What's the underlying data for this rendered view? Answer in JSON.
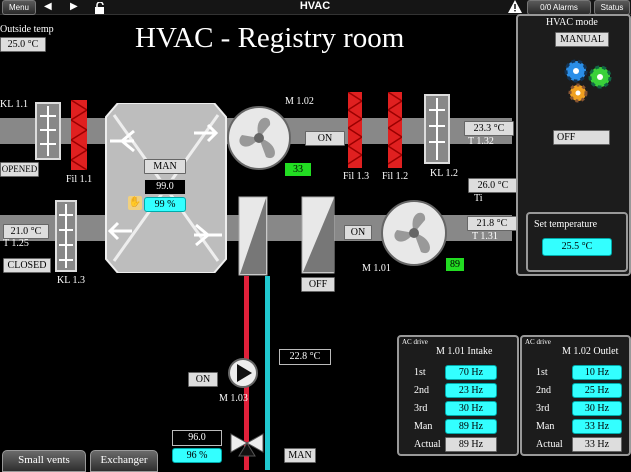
{
  "topbar": {
    "menu_label": "Menu",
    "title": "HVAC",
    "alarms_label": "0/0 Alarms",
    "status_label": "Status"
  },
  "title": "HVAC - Registry room",
  "outside": {
    "label": "Outside temp",
    "value": "25.0 °C"
  },
  "kl11": {
    "label": "KL 1.1",
    "state": "OPENED"
  },
  "kl13": {
    "label": "KL 1.3",
    "state": "CLOSED",
    "temp": "21.0 °C",
    "tag": "T 1.25"
  },
  "exchanger": {
    "mode": "MAN",
    "value": "99.0",
    "percent": "99 %"
  },
  "fil11": {
    "label": "Fil 1.1"
  },
  "fil12": {
    "label": "Fil 1.2"
  },
  "fil13": {
    "label": "Fil 1.3"
  },
  "m102": {
    "label": "M 1.02",
    "state": "ON",
    "value": "33"
  },
  "m101": {
    "label": "M 1.01",
    "state": "ON",
    "value": "89"
  },
  "m103": {
    "label": "M 1.03",
    "state": "ON"
  },
  "kl12": {
    "label": "KL 1.2"
  },
  "t132": {
    "value": "23.3 °C",
    "tag": "T 1.32"
  },
  "ti": {
    "value": "26.0 °C",
    "tag": "Ti"
  },
  "t131": {
    "value": "21.8 °C",
    "tag": "T 1.31"
  },
  "damper_off": "OFF",
  "water_temp": "22.8 °C",
  "valve": {
    "value": "96.0",
    "percent": "96 %",
    "mode": "MAN"
  },
  "mode_panel": {
    "title": "HVAC mode",
    "mode": "MANUAL",
    "state": "OFF"
  },
  "set_temp": {
    "label": "Set temperature",
    "value": "25.5 °C"
  },
  "ac_intake": {
    "small": "AC drive",
    "title": "M 1.01 Intake",
    "rows": [
      {
        "label": "1st",
        "value": "70 Hz"
      },
      {
        "label": "2nd",
        "value": "23 Hz"
      },
      {
        "label": "3rd",
        "value": "30 Hz"
      },
      {
        "label": "Man",
        "value": "89 Hz"
      },
      {
        "label": "Actual",
        "value": "89 Hz"
      }
    ]
  },
  "ac_outlet": {
    "small": "AC drive",
    "title": "M 1.02 Outlet",
    "rows": [
      {
        "label": "1st",
        "value": "10 Hz"
      },
      {
        "label": "2nd",
        "value": "25 Hz"
      },
      {
        "label": "3rd",
        "value": "30 Hz"
      },
      {
        "label": "Man",
        "value": "33 Hz"
      },
      {
        "label": "Actual",
        "value": "33 Hz"
      }
    ]
  },
  "tabs": [
    {
      "label": "Small vents"
    },
    {
      "label": "Exchanger"
    }
  ],
  "colors": {
    "filter": "#e02020",
    "hot_pipe": "#e0203a",
    "cold_pipe": "#20c8d0",
    "cyan": "#33ffff",
    "green": "#22dd22"
  }
}
